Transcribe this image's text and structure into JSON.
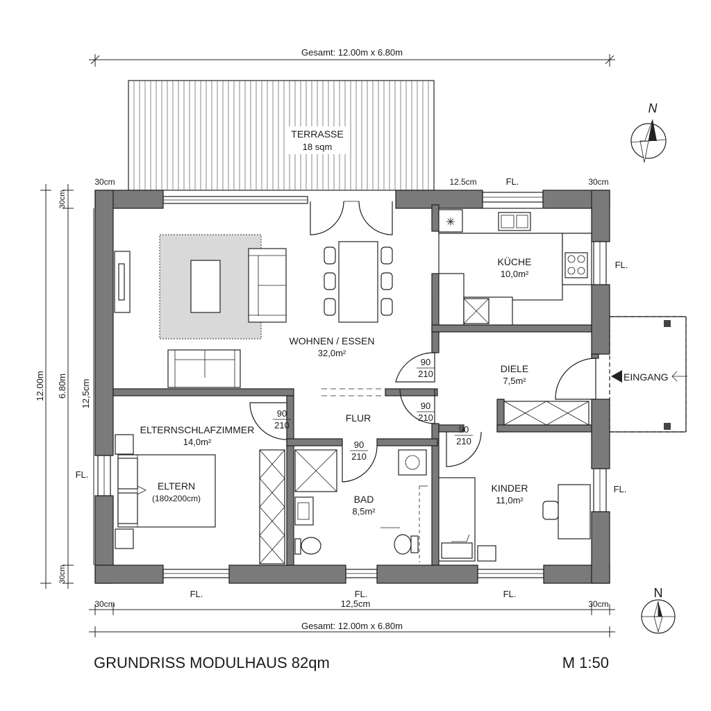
{
  "drawing": {
    "title": "GRUNDRISS MODULHAUS 82qm",
    "scale": "M 1:50",
    "overall_top": "Gesamt: 12.00m x 6.80m",
    "overall_bottom": "Gesamt: 12.00m x 6.80m"
  },
  "rooms": {
    "terrasse": {
      "name": "TERRASSE",
      "area": "18 sqm"
    },
    "wohnen": {
      "name": "WOHNEN / ESSEN",
      "area": "32,0m²"
    },
    "kueche": {
      "name": "KÜCHE",
      "area": "10,0m²"
    },
    "diele": {
      "name": "DIELE",
      "area": "7,5m²"
    },
    "flur": {
      "name": "FLUR"
    },
    "eltern": {
      "name": "ELTERNSCHLAFZIMMER",
      "area": "14,0m²"
    },
    "bad": {
      "name": "BAD",
      "area": "8,5m²"
    },
    "kinder": {
      "name": "KINDER",
      "area": "11,0m²"
    }
  },
  "bed": {
    "name": "ELTERN",
    "size": "(180x200cm)"
  },
  "entrance_label": "EINGANG",
  "doors": [
    {
      "w": "90",
      "h": "210"
    },
    {
      "w": "90",
      "h": "210"
    },
    {
      "w": "90",
      "h": "210"
    },
    {
      "w": "90",
      "h": "210"
    },
    {
      "w": "90",
      "h": "210"
    }
  ],
  "window_label": "FL.",
  "dimensions": {
    "wall_30": "30cm",
    "wall_125": "12.5cm",
    "wall_125_comma": "12,5cm",
    "wall_30_v": "30cm",
    "length_12": "12.00m",
    "width_68": "6.80m",
    "inner_125": "12,5cm"
  },
  "north": "N",
  "colors": {
    "wall_fill": "#7a7a7a",
    "line": "#1e1e1e"
  }
}
